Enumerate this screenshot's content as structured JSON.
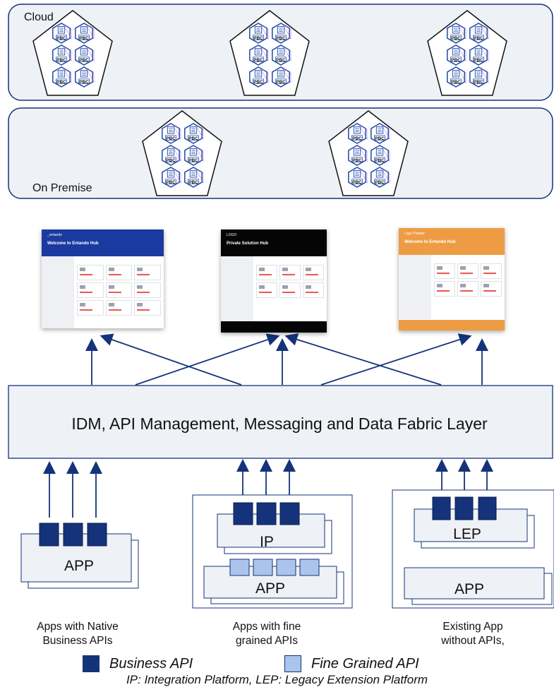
{
  "zones": {
    "cloud_label": "Cloud",
    "premise_label": "On Premise"
  },
  "pbc": {
    "label": "PBC"
  },
  "hubs": [
    {
      "logo": "_entando",
      "title": "Welcome to Entando Hub",
      "color": "#1b3aa0"
    },
    {
      "logo": "LOGO",
      "title": "Private Solution Hub",
      "color": "#050505"
    },
    {
      "logo": "Logo Partner",
      "title": "Welcome to Entando Hub",
      "color": "#ee9c44"
    }
  ],
  "layer": {
    "label": "IDM, API Management, Messaging and Data Fabric Layer"
  },
  "apps": {
    "app1": "APP",
    "ip": "IP",
    "app2": "APP",
    "lep": "LEP",
    "app3": "APP"
  },
  "captions": {
    "c1_line1": "Apps with Native",
    "c1_line2": "Business APIs",
    "c2_line1": "Apps with fine",
    "c2_line2": "grained APIs",
    "c3_line1": "Existing App",
    "c3_line2": "without APIs,"
  },
  "legend": {
    "business": "Business API",
    "fine": "Fine Grained API",
    "business_color": "#14337a",
    "fine_color": "#aac4ec"
  },
  "footnote": "IP: Integration Platform,  LEP: Legacy Extension Platform",
  "colors": {
    "navy": "#14337a",
    "panel_fill": "#eef1f6",
    "border": "#14337a"
  }
}
